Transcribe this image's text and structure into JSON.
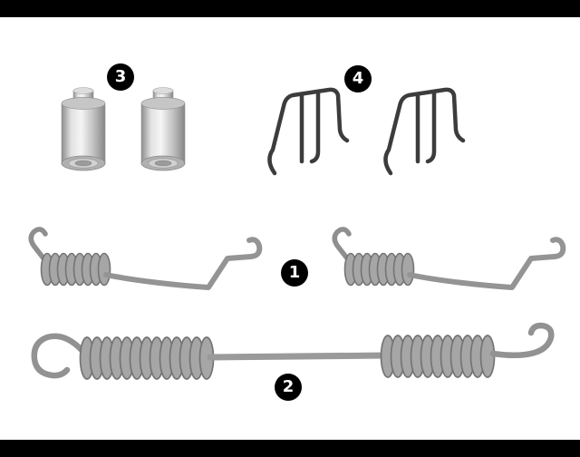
{
  "image": {
    "callouts": {
      "pins": "3",
      "clips": "4",
      "return_springs": "1",
      "center_spring": "2"
    },
    "colors": {
      "background": "#ffffff",
      "frame_bars": "#000000",
      "spring_gray": "#9d9d9d",
      "clip_wire": "#3c3c3c",
      "pin_silver": "#d9d9d9",
      "callout_bg": "#000000",
      "callout_text": "#ffffff"
    }
  }
}
